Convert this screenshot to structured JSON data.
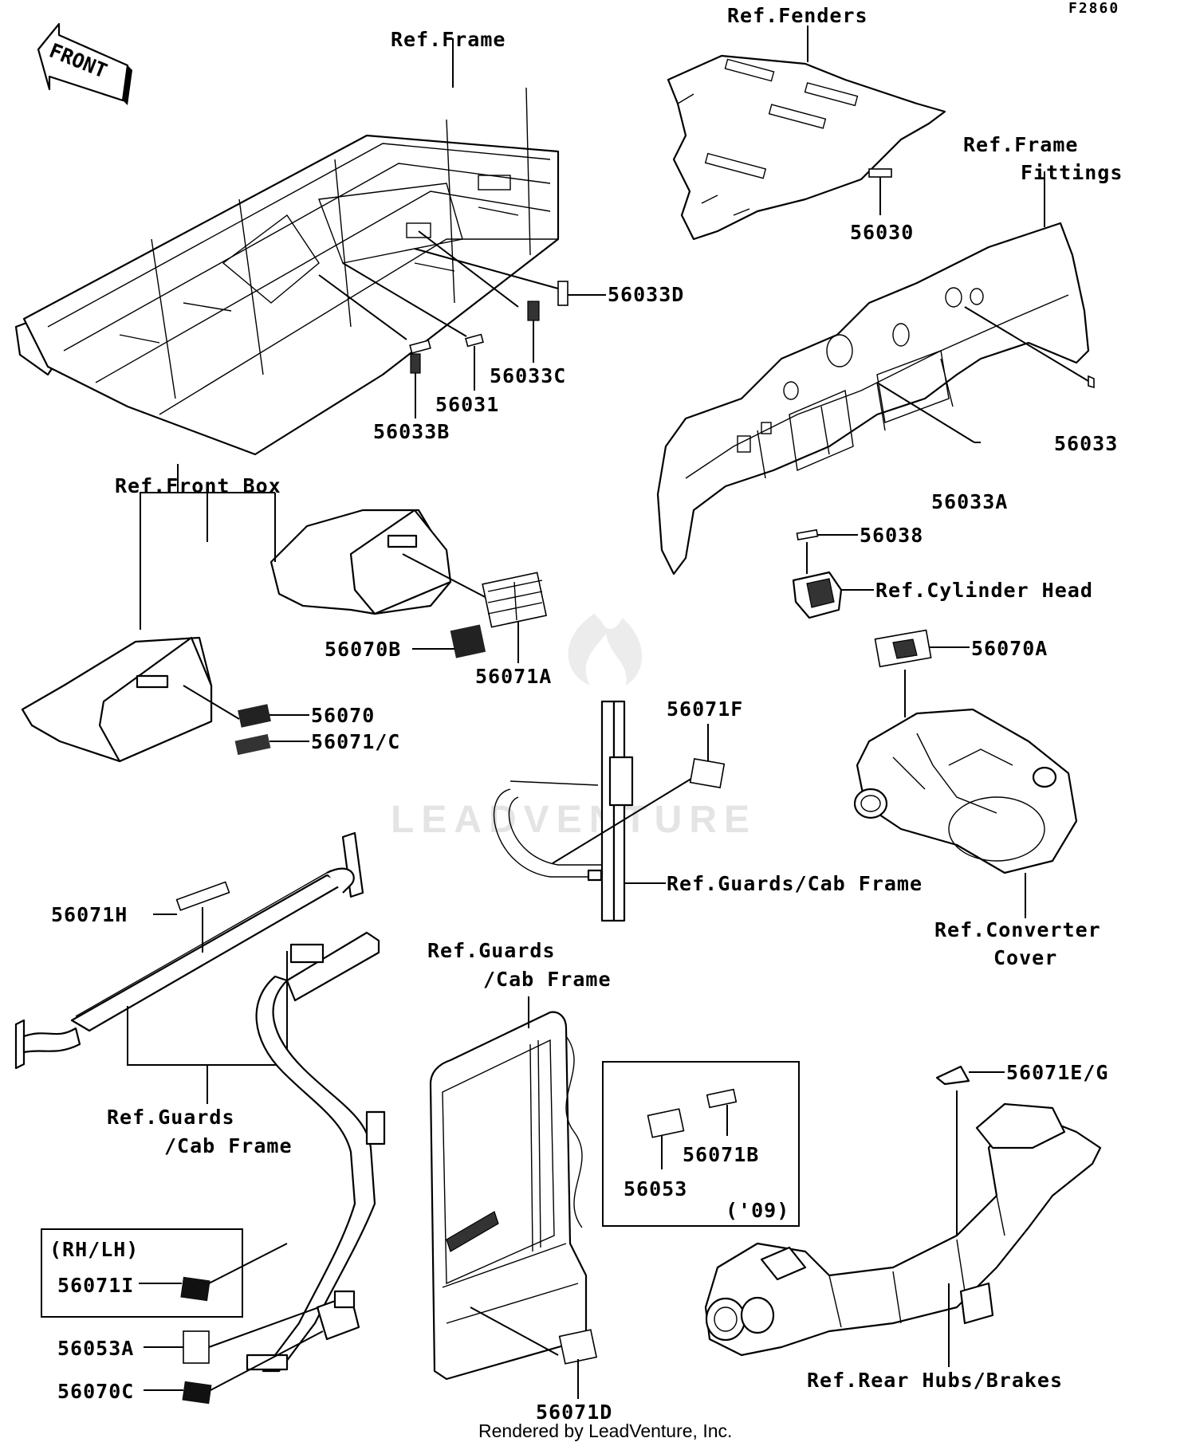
{
  "figure_code": "F2860",
  "front_arrow": "FRONT",
  "watermark": "LEADVENTURE",
  "footer": "Rendered by LeadVenture, Inc.",
  "refs": {
    "frame": "Ref.Frame",
    "fenders": "Ref.Fenders",
    "frame_fittings_1": "Ref.Frame",
    "frame_fittings_2": "Fittings",
    "front_box": "Ref.Front Box",
    "cylinder_head": "Ref.Cylinder Head",
    "guards_mid": "Ref.Guards/Cab Frame",
    "converter_1": "Ref.Converter",
    "converter_2": "Cover",
    "guards_left_1": "Ref.Guards",
    "guards_left_2": "/Cab Frame",
    "guards_door_1": "Ref.Guards",
    "guards_door_2": "/Cab Frame",
    "rear_hubs": "Ref.Rear Hubs/Brakes"
  },
  "parts": {
    "p56030": "56030",
    "p56033D": "56033D",
    "p56033C": "56033C",
    "p56031": "56031",
    "p56033B": "56033B",
    "p56033": "56033",
    "p56033A": "56033A",
    "p56038": "56038",
    "p56070B": "56070B",
    "p56071A": "56071A",
    "p56070A": "56070A",
    "p56070": "56070",
    "p56071C": "56071/C",
    "p56071F": "56071F",
    "p56071H": "56071H",
    "p56071E": "56071E/G",
    "p56053": "56053",
    "p56071B": "56071B",
    "p56071I": "56071I",
    "p56053A": "56053A",
    "p56070C": "56070C",
    "p56071D": "56071D"
  },
  "boxes": {
    "rhlh": "(RH/LH)",
    "year": "('09)"
  }
}
